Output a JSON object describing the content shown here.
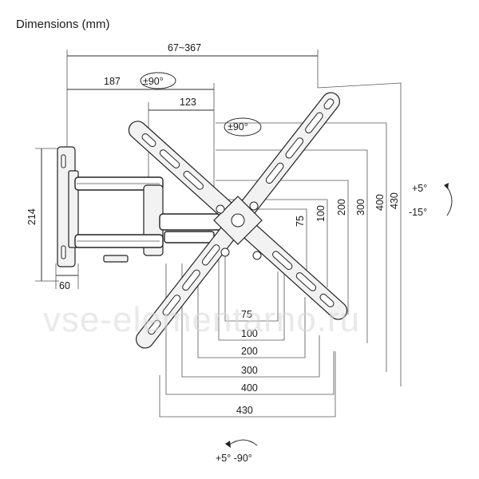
{
  "title": "Dimensions (mm)",
  "watermark": "vse-elementarno.ru",
  "dims": {
    "extension": "67~367",
    "arm_long": "187",
    "arm_short": "123",
    "swivel_top": "±90°",
    "rotate": "±90°",
    "wall_height": "214",
    "wall_depth": "60",
    "vesa_h": [
      "75",
      "100",
      "200",
      "300",
      "400",
      "430"
    ],
    "vesa_v": [
      "75",
      "100",
      "200",
      "300",
      "400",
      "430"
    ]
  },
  "tilt": {
    "up": "+5°",
    "down": "-15°"
  },
  "swivel_bottom": "+5°  -90°",
  "colors": {
    "line": "#2b2b2b",
    "watermark": "#d8d8d8"
  }
}
